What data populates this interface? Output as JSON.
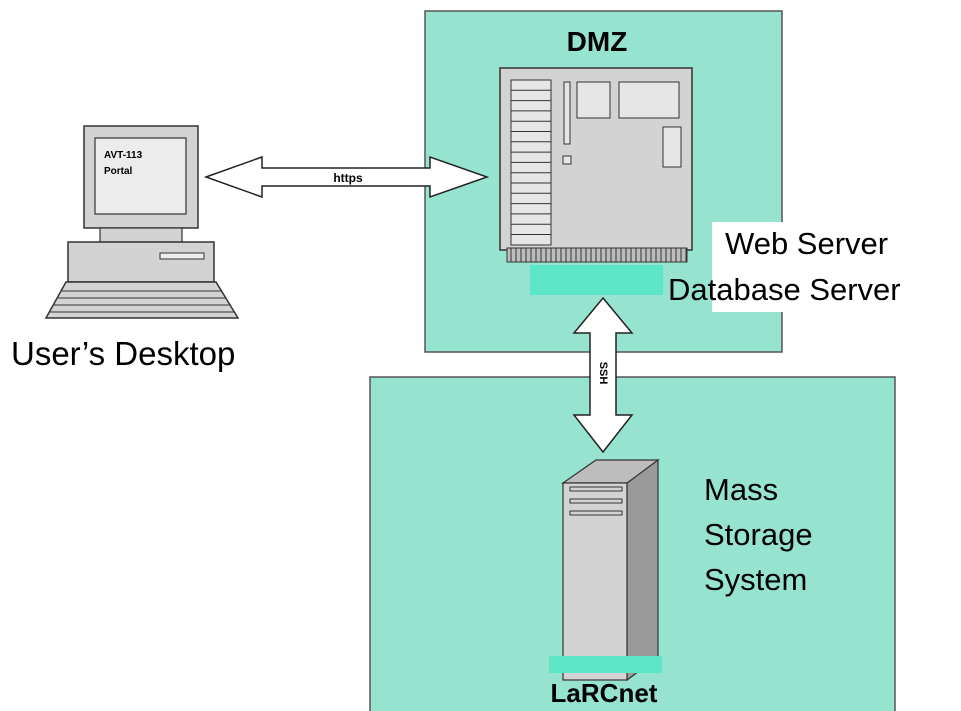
{
  "zones": {
    "dmz": {
      "label": "DMZ",
      "color": "#96e4d0"
    },
    "larcnet": {
      "label": "LaRCnet",
      "color": "#96e4d0"
    }
  },
  "desktop": {
    "screen_line1": "AVT-113",
    "screen_line2": "Portal",
    "caption": "User’s Desktop"
  },
  "server": {
    "caption_line1": "Web Server",
    "caption_line2": "Database Server"
  },
  "storage": {
    "caption_line1": "Mass",
    "caption_line2": "Storage",
    "caption_line3": "System"
  },
  "connections": {
    "https_label": "https",
    "ssh_label": "SSH"
  },
  "colors": {
    "zone_fill": "#96e4d0",
    "base_pad": "#5ee6c8",
    "device_gray": "#d3d3d3",
    "device_dark": "#9a9a9a"
  }
}
